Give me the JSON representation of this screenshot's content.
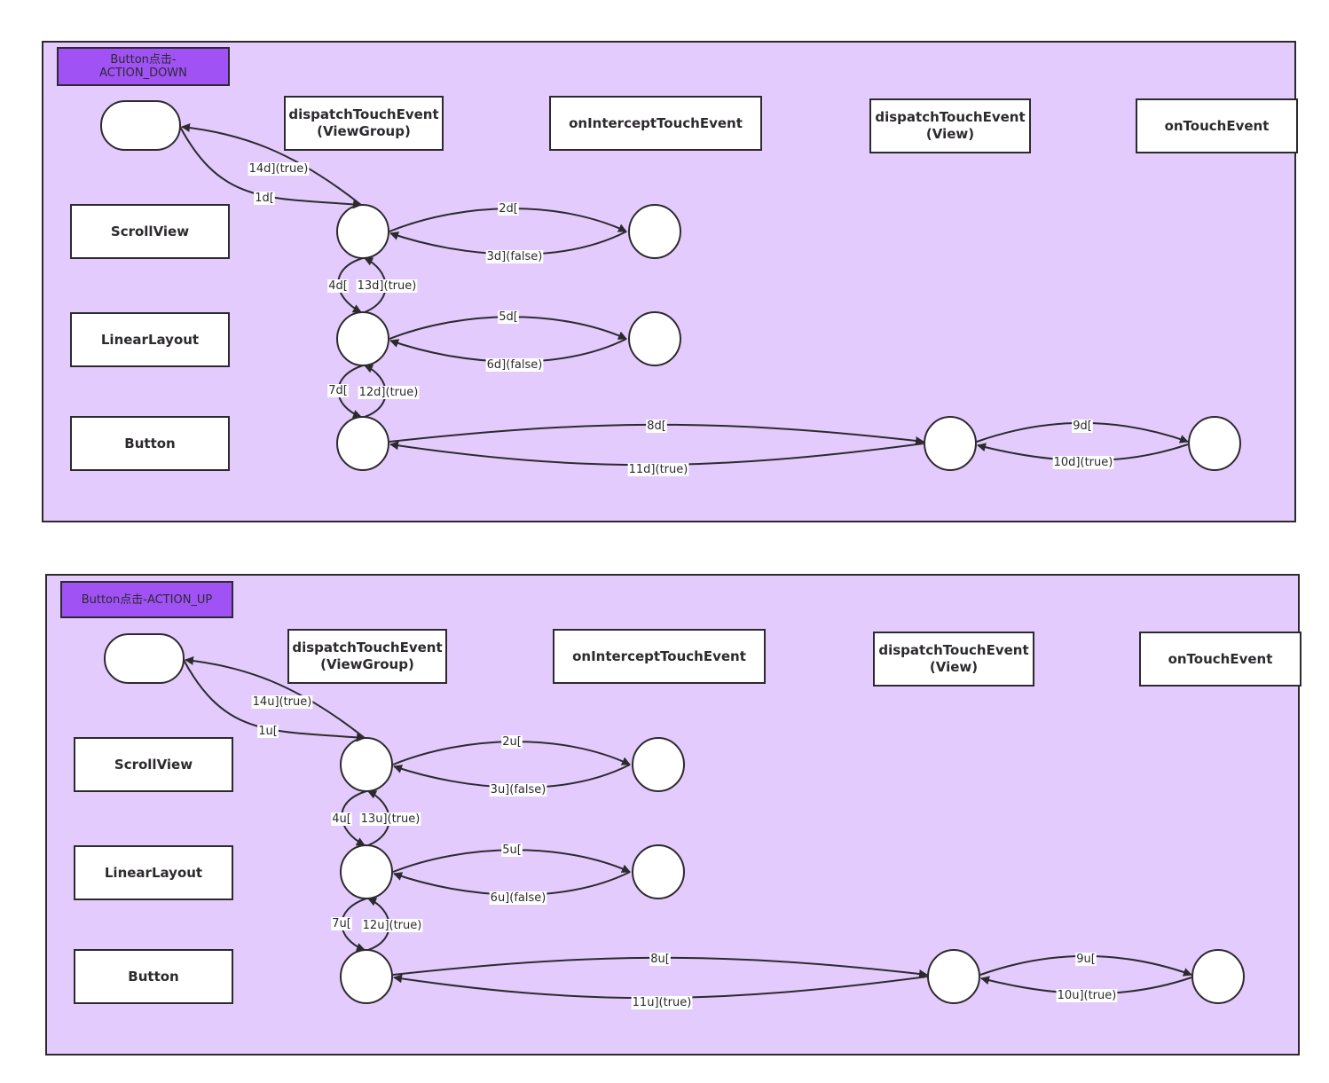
{
  "diagrams": [
    {
      "title": "Button点击-\nACTION_DOWN",
      "headers": {
        "dispatch_vg": "dispatchTouchEvent\n(ViewGroup)",
        "intercept": "onInterceptTouchEvent",
        "dispatch_v": "dispatchTouchEvent\n(View)",
        "touch": "onTouchEvent"
      },
      "rows": {
        "scrollview": "ScrollView",
        "linearlayout": "LinearLayout",
        "button": "Button"
      },
      "edges": {
        "e1": "1d[",
        "e2": "2d[",
        "e3": "3d](false)",
        "e4": "4d[",
        "e5": "5d[",
        "e6": "6d](false)",
        "e7": "7d[",
        "e8": "8d[",
        "e9": "9d[",
        "e10": "10d](true)",
        "e11": "11d](true)",
        "e12": "12d](true)",
        "e13": "13d](true)",
        "e14": "14d](true)"
      }
    },
    {
      "title": "Button点击-ACTION_UP",
      "headers": {
        "dispatch_vg": "dispatchTouchEvent\n(ViewGroup)",
        "intercept": "onInterceptTouchEvent",
        "dispatch_v": "dispatchTouchEvent\n(View)",
        "touch": "onTouchEvent"
      },
      "rows": {
        "scrollview": "ScrollView",
        "linearlayout": "LinearLayout",
        "button": "Button"
      },
      "edges": {
        "e1": "1u[",
        "e2": "2u[",
        "e3": "3u](false)",
        "e4": "4u[",
        "e5": "5u[",
        "e6": "6u](false)",
        "e7": "7u[",
        "e8": "8u[",
        "e9": "9u[",
        "e10": "10u](true)",
        "e11": "11u](true)",
        "e12": "12u](true)",
        "e13": "13u](true)",
        "e14": "14u](true)"
      }
    }
  ],
  "colors": {
    "panel": "#e3ccfd",
    "tag": "#a052f5",
    "stroke": "#2d2a2e",
    "node": "#ffffff"
  }
}
